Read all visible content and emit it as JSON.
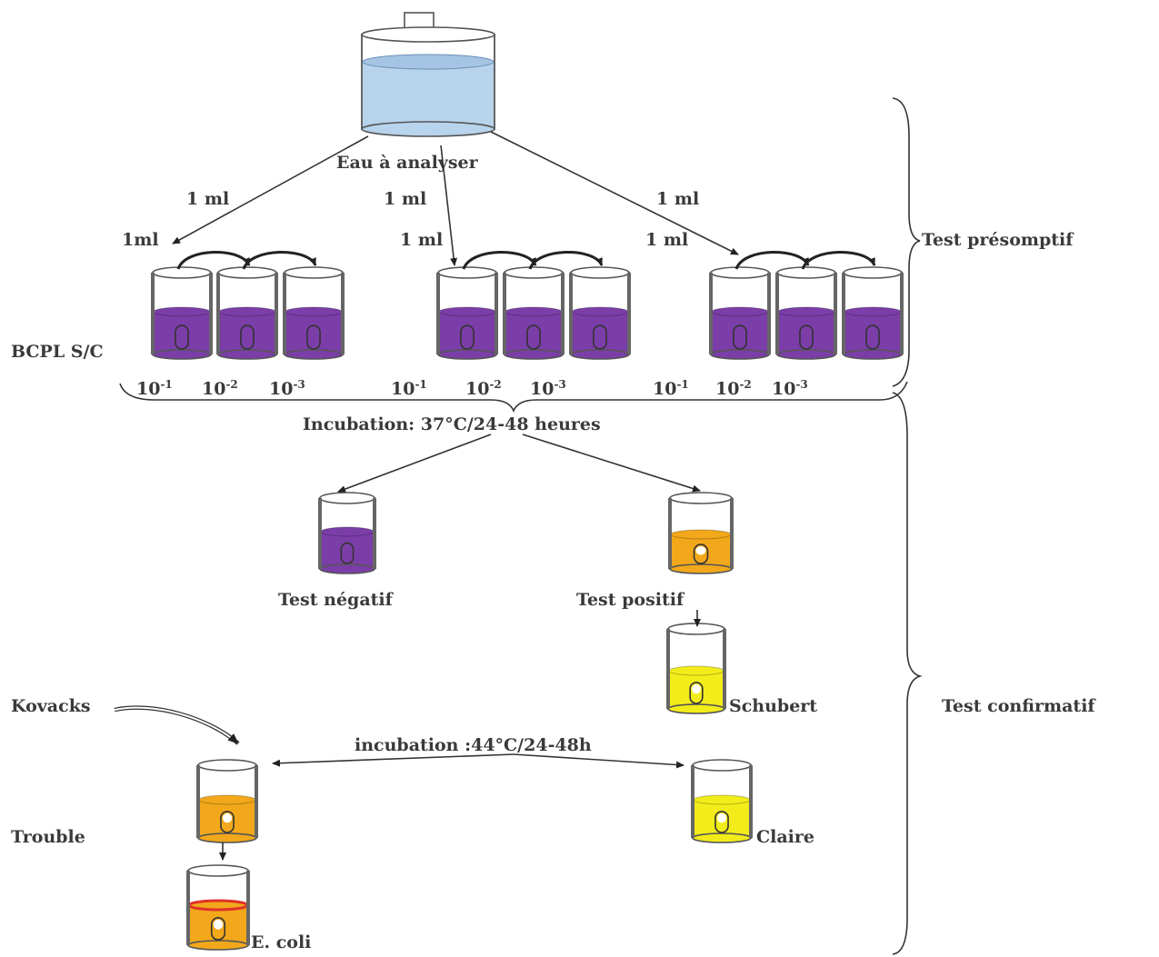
{
  "colors": {
    "bcpl_purple": "#7b3ea8",
    "positive_orange": "#f2a81a",
    "schubert_yellow": "#f2ec1a",
    "water_blue": "#b8d3ec",
    "kovacs_ring_red": "#e0322a"
  },
  "labels": {
    "water": "Eau  à  analyser",
    "ml_left_top": "1 ml",
    "ml_left_side": "1ml",
    "ml_mid_top": "1 ml",
    "ml_mid_side": "1 ml",
    "ml_right_top": "1 ml",
    "ml_right_side": "1 ml",
    "bcpl": "BCPL S/C",
    "dilution_base": "10",
    "dilution_exp_1": "-1",
    "dilution_exp_2": "-2",
    "dilution_exp_3": "-3",
    "incubation_37": "Incubation: 37°C/24-48 heures",
    "test_negatif": "Test négatif",
    "test_positif": "Test  positif",
    "schubert": "Schubert",
    "kovacks": "Kovacks",
    "incubation_44": "incubation :44°C/24-48h",
    "trouble": "Trouble",
    "claire": "Claire",
    "ecoli": "E. coli",
    "test_presomptif": "Test présomptif",
    "test_confirmatif": "Test confirmatif"
  }
}
